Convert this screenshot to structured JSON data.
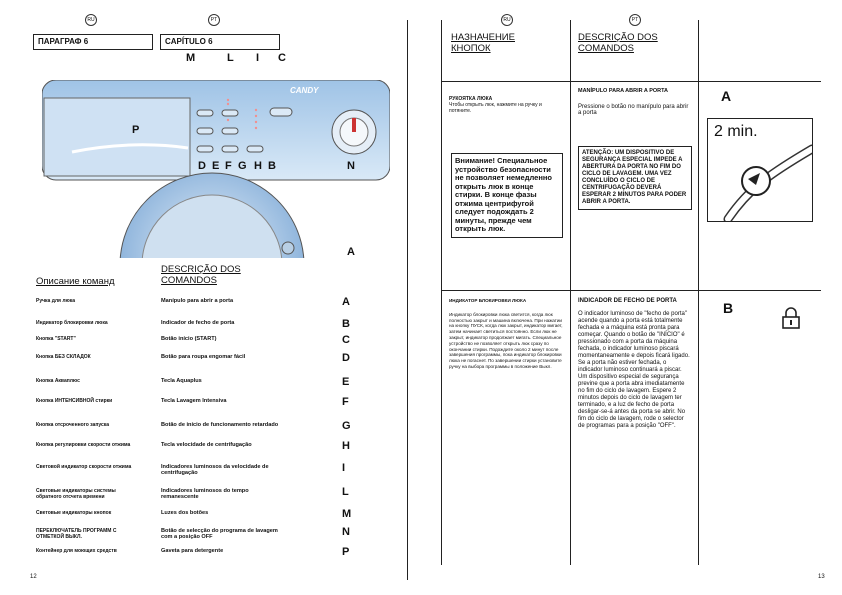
{
  "left": {
    "flags": [
      "RU",
      "PT"
    ],
    "section_ru": "ПАРАГРАФ 6",
    "section_pt": "CAPÍTULO 6",
    "top_labels": [
      "M",
      "L",
      "I",
      "C"
    ],
    "bottom_labels": [
      "D",
      "E",
      "F",
      "G",
      "H",
      "B"
    ],
    "label_p": "P",
    "label_n": "N",
    "label_a": "A",
    "brand": "CANDY",
    "title_ru": "Описание команд",
    "title_pt": "DESCRIÇÃO DOS COMANDOS",
    "rows": [
      {
        "ru": "Ручка для люка",
        "pt": "Manípulo para abrir a porta",
        "key": "A"
      },
      {
        "ru": "Индикатор блокировки люка",
        "pt": "Indicador de fecho de porta",
        "key": "B"
      },
      {
        "ru": "Кнопка \"START\"",
        "pt": "Botão início (START)",
        "key": "C"
      },
      {
        "ru": "Кнопка БЕЗ СКЛАДОК",
        "pt": "Botão para roupa engomar fácil",
        "key": "D"
      },
      {
        "ru": "Кнопка Акваплюс",
        "pt": "Tecla Aquaplus",
        "key": "E"
      },
      {
        "ru": "Кнопка ИНТЕНСИВНОЙ стирки",
        "pt": "Tecla Lavagem Intensiva",
        "key": "F"
      },
      {
        "ru": "Кнопка отсроченного запуска",
        "pt": "Botão de início de funcionamento retardado",
        "key": "G"
      },
      {
        "ru": "Кнопка регулировки скорости отжима",
        "pt": "Tecla velocidade de centrifugação",
        "key": "H"
      },
      {
        "ru": "Световой индикатор скорости отжима",
        "pt": "Indicadores luminosos da velocidade de centrifugação",
        "key": "I"
      },
      {
        "ru": "Световые индикаторы системы обратного отсчета времени",
        "pt": "Indicadores luminosos do tempo remanescente",
        "key": "L"
      },
      {
        "ru": "Световые индикаторы кнопок",
        "pt": "Luzes dos botões",
        "key": "M"
      },
      {
        "ru": "ПЕРЕКЛЮЧАТЕЛЬ ПРОГРАММ С ОТМЕТКОЙ ВЫКЛ.",
        "pt": "Botão de selecção do programa de lavagem com a posição OFF",
        "key": "N"
      },
      {
        "ru": "Контейнер для моющих средств",
        "pt": "Gaveta para detergente",
        "key": "P"
      }
    ],
    "page_number": "12"
  },
  "right": {
    "flags": [
      "RU",
      "PT"
    ],
    "title_ru": "НАЗНАЧЕНИЕ КНОПОК",
    "title_pt": "DESCRIÇÃO DOS COMANDOS",
    "block_a": {
      "ru_head": "РУКОЯТКА ЛЮКА",
      "ru_text": "Чтобы открыть люк, нажмите на ручку и потяните.",
      "ru_warn": "Внимание! Специальное устройство безопасности не позволяет немедленно открыть люк в конце стирки. В конце фазы отжима центрифугой следует подождать 2 минуты, прежде чем открыть люк.",
      "pt_head": "MANÍPULO PARA ABRIR A PORTA",
      "pt_text": "Pressione o botão no manípulo para abrir a porta",
      "pt_warn": "ATENÇÃO: UM DISPOSITIVO DE SEGURANÇA ESPECIAL IMPEDE A ABERTURA DA PORTA NO FIM DO CICLO DE LAVAGEM. UMA VEZ CONCLUÍDO O CICLO DE CENTRIFUGAÇÃO DEVERÁ ESPERAR 2 MINUTOS PARA PODER ABRIR A PORTA.",
      "letter": "A",
      "time": "2 min."
    },
    "block_b": {
      "ru_head": "ИНДИКАТОР БЛОКИРОВКИ ЛЮКА",
      "ru_text": "Индикатор блокировки люка светится, когда люк полностью закрыт и машина включена. При нажатии на кнопку ПУСК, когда люк закрыт, индикатор мигает, затем начинает светиться постоянно. Если люк не закрыт, индикатор продолжает мигать. Специальное устройство не позволяет открыть люк сразу по окончании стирки. Подождите около 2 минут после завершения программы, пока индикатор блокировки люка не погаснет. По завершении стирки установите ручку на выбора программы в положение Выкл.",
      "pt_head": "INDICADOR DE FECHO DE PORTA",
      "pt_text": "O indicador luminoso de \"fecho de porta\" acende quando a porta está totalmente fechada e a máquina está pronta para começar. Quando o botão de \"INÍCIO\" é pressionado com a porta da máquina fechada, o indicador luminoso piscará momentaneamente e depois ficará ligado. Se a porta não estiver fechada, o indicador luminoso continuará a piscar. Um dispositivo especial de segurança previne que a porta abra imediatamente no fim do ciclo de lavagem. Espere 2 minutos depois do ciclo de lavagem ter terminado, e a luz de fecho de porta desligar-se-á antes da porta se abrir. No fim do ciclo de lavagem, rode o selector de programas para a posição \"OFF\".",
      "letter": "B"
    },
    "page_number": "13"
  }
}
